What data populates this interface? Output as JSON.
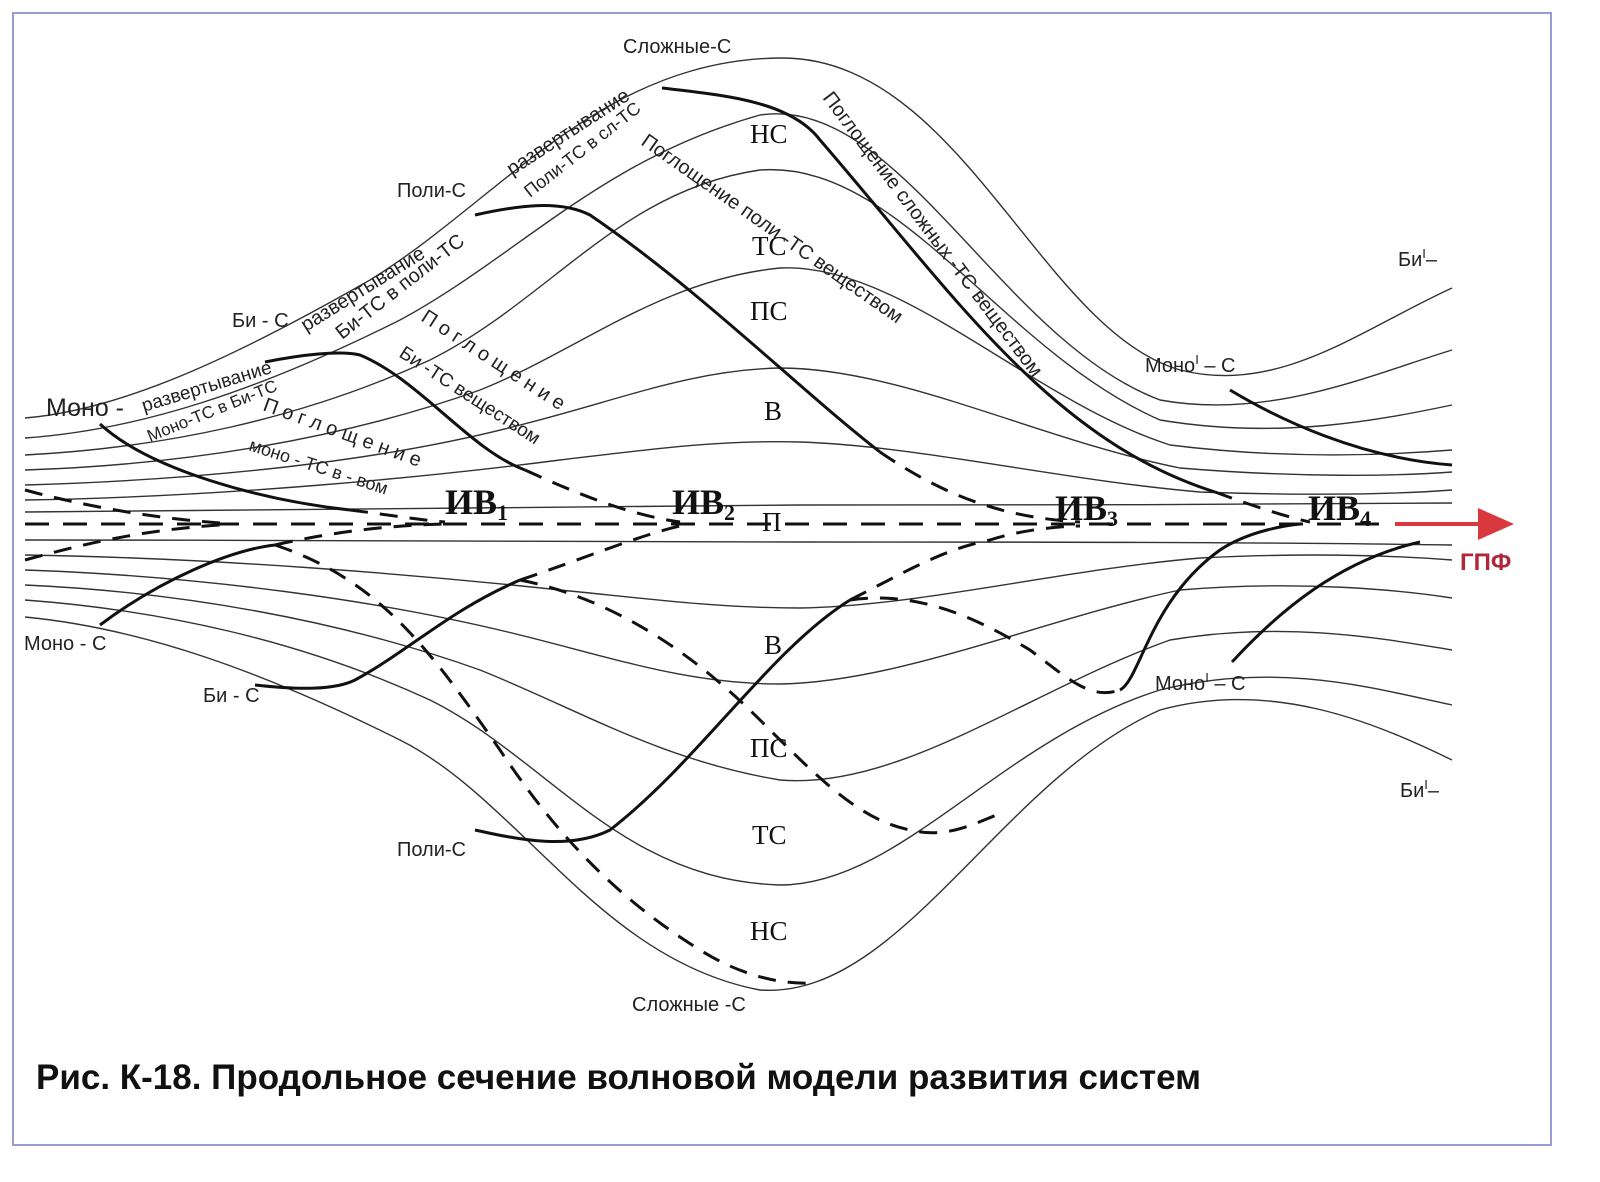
{
  "caption": "Рис. К-18. Продольное сечение волновой модели развития систем",
  "colors": {
    "line": "#1a1a1a",
    "thin": "#333333",
    "arrow": "#d9383e",
    "gpf": "#b0273a",
    "frame": "#9b9bd4"
  },
  "labels": {
    "mono_top": "Моно -",
    "mono_bottom": "Моно - С",
    "bi_top": "Би - С",
    "bi_bottom": "Би - С",
    "poli_top": "Поли-С",
    "poli_bottom": "Поли-С",
    "slozhnye_top": "Сложные-С",
    "slozhnye_bottom": "Сложные -С",
    "mono1_top": "Моно",
    "mono1_top_sup": "I",
    "mono1_top_tail": " – С",
    "mono1_bottom": "Моно",
    "mono1_bottom_sup": "I",
    "mono1_bottom_tail": " – С",
    "bi1_top": "Би",
    "bi1_top_sup": "I",
    "bi1_top_tail": "–",
    "bi1_bottom": "Би",
    "bi1_bottom_sup": "I",
    "bi1_bottom_tail": "–",
    "gpf": "ГПФ"
  },
  "zones_upper": [
    "НС",
    "ТС",
    "ПС",
    "В"
  ],
  "zone_center": "П",
  "zones_lower": [
    "В",
    "ПС",
    "ТС",
    "НС"
  ],
  "iv": [
    {
      "main": "ИВ",
      "sub": "1"
    },
    {
      "main": "ИВ",
      "sub": "2"
    },
    {
      "main": "ИВ",
      "sub": "3"
    },
    {
      "main": "ИВ",
      "sub": "4"
    }
  ],
  "rotated": {
    "razv1": "развертывание",
    "razv2": "развертывание",
    "razv3": "развертывание",
    "mono_ts": "Моно-ТС в Би-ТС",
    "bi_ts": "Би-ТС в поли-ТС",
    "poli_ts": "Поли-ТС в сл-ТС",
    "pogl_mono": "П о г л о щ е н и е",
    "pogl_mono2": "моно - ТС  в - вом",
    "pogl_bi": "П о г л о щ е н и е",
    "pogl_bi2": "Би -ТС веществом",
    "pogl_poli": "Поглощение поли -ТС веществом",
    "pogl_slozh": "Поглощение сложных -ТС веществом"
  }
}
